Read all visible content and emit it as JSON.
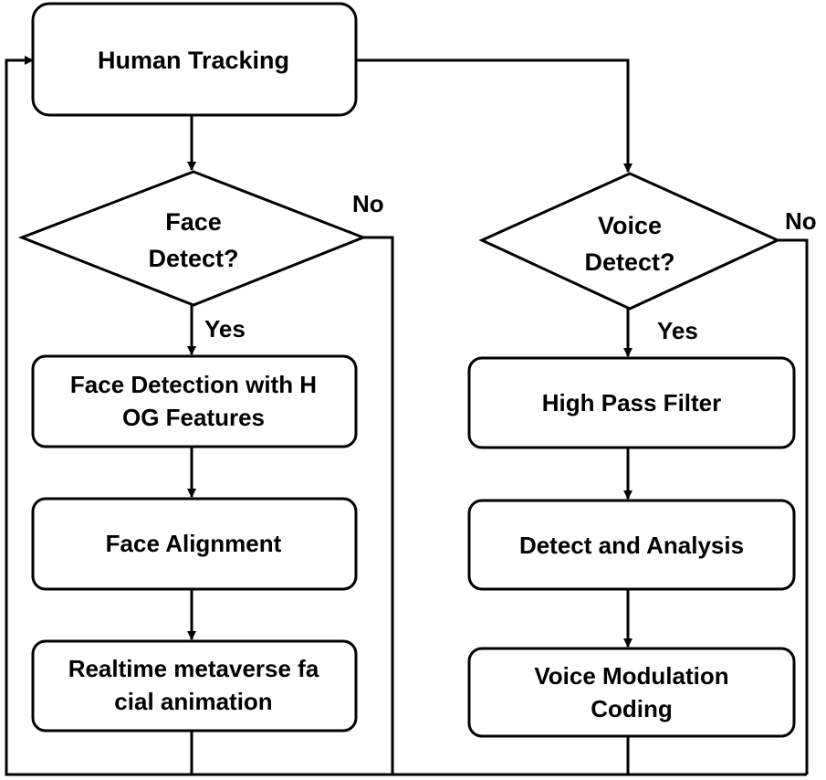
{
  "nodes": {
    "human_tracking": "Human Tracking",
    "face_detect": [
      "Face",
      "Detect?"
    ],
    "voice_detect": [
      "Voice",
      "Detect?"
    ],
    "face_detection_hog": [
      "Face Detection with H",
      "OG Features"
    ],
    "face_alignment": "Face Alignment",
    "facial_animation": [
      "Realtime metaverse fa",
      "cial animation"
    ],
    "high_pass_filter": "High Pass Filter",
    "detect_analysis": "Detect and Analysis",
    "voice_modulation": [
      "Voice Modulation",
      "Coding"
    ]
  },
  "edge_labels": {
    "face_yes": "Yes",
    "face_no": "No",
    "voice_yes": "Yes",
    "voice_no": "No"
  }
}
